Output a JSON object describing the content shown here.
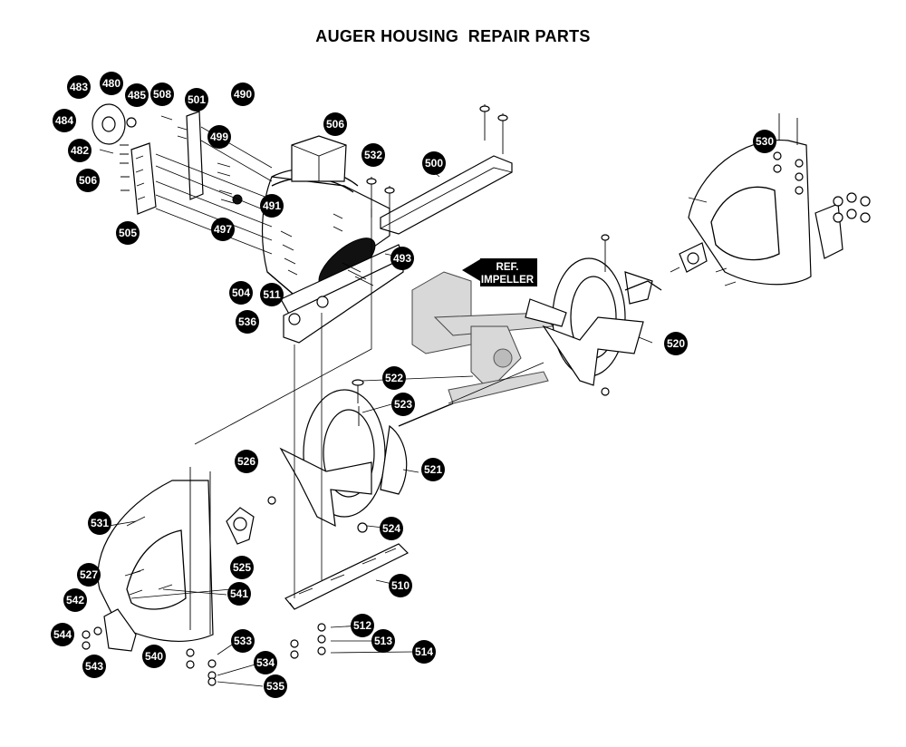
{
  "title": "AUGER HOUSING  REPAIR PARTS",
  "reference_label": {
    "line1": "REF.",
    "line2": "IMPELLER"
  },
  "callouts": [
    "483",
    "480",
    "485",
    "508",
    "501",
    "490",
    "484",
    "482",
    "499",
    "506",
    "506",
    "532",
    "500",
    "491",
    "497",
    "505",
    "493",
    "530",
    "504",
    "511",
    "536",
    "520",
    "522",
    "523",
    "526",
    "521",
    "531",
    "524",
    "525",
    "527",
    "541",
    "510",
    "542",
    "544",
    "533",
    "512",
    "513",
    "514",
    "540",
    "543",
    "534",
    "535"
  ]
}
